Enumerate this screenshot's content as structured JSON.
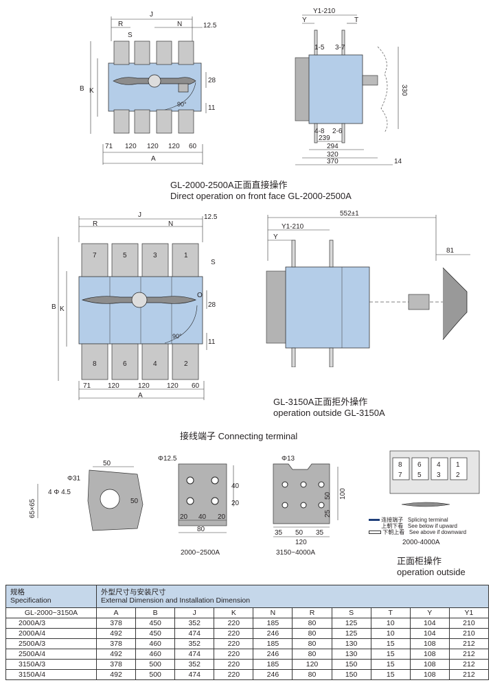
{
  "captions": {
    "fig1_cn": "GL-2000-2500A正面直接操作",
    "fig1_en": "Direct operation on front face GL-2000-2500A",
    "fig2_cn": "GL-3150A正面拒外操作",
    "fig2_en": "operation outside GL-3150A",
    "terminal_title": "接线端子 Connecting terminal",
    "front_cn": "正面柜操作",
    "front_en": "operation outside"
  },
  "top_front": {
    "dims_top": [
      "J",
      "R",
      "N",
      "S",
      "12.5"
    ],
    "dims_side": [
      "B",
      "K",
      "28",
      "11"
    ],
    "dims_bottom": [
      "71",
      "120",
      "120",
      "120",
      "60"
    ],
    "total": "A",
    "angle": "90°"
  },
  "top_side": {
    "y1": "Y1-210",
    "y": "Y",
    "t": "T",
    "terminals_top": [
      "1-5",
      "3-7"
    ],
    "terminals_bottom": [
      "4-8",
      "2-6"
    ],
    "dims": [
      "239",
      "294",
      "320",
      "370",
      "14"
    ],
    "height": "330"
  },
  "mid_front": {
    "dims_top": [
      "J",
      "R",
      "N",
      "12.5",
      "S"
    ],
    "dims_side": [
      "B",
      "K",
      "28",
      "11"
    ],
    "poles_top": [
      "7",
      "5",
      "3",
      "1"
    ],
    "poles_bottom": [
      "8",
      "6",
      "4",
      "2"
    ],
    "dims_bottom": [
      "71",
      "120",
      "120",
      "120",
      "60"
    ],
    "total": "A",
    "angle": "90°",
    "mark": "O"
  },
  "mid_side": {
    "overall": "552±1",
    "y1": "Y1-210",
    "y": "Y",
    "handle": "81"
  },
  "terminals": {
    "t1": {
      "d": "Φ31",
      "holes": "4 Φ 4.5",
      "w": "50",
      "h": "50",
      "size": "65×65"
    },
    "t2": {
      "d": "Φ12.5",
      "h1": "40",
      "h2": "20",
      "w": [
        "20",
        "40",
        "20"
      ],
      "total": "80",
      "range": "2000~2500A"
    },
    "t3": {
      "d": "Φ13",
      "h1": "50",
      "h2": "25",
      "h": "100",
      "w": [
        "35",
        "50",
        "35"
      ],
      "total": "120",
      "range": "3150~4000A"
    },
    "t4": {
      "top": [
        "8",
        "6",
        "4",
        "1"
      ],
      "bottom": [
        "7",
        "5",
        "3",
        "2"
      ],
      "range": "2000-4000A",
      "legend": [
        {
          "cn": "连接端子",
          "en": "Splicing terminal"
        },
        {
          "cn": "上朝下看",
          "en": "See below if upward"
        },
        {
          "cn": "下朝上看",
          "en": "See above if downward"
        }
      ]
    }
  },
  "table": {
    "h1_cn": "规格",
    "h1_en": "Specification",
    "h2_cn": "外型尺寸与安装尺寸",
    "h2_en": "External Dimension and Installation Dimension",
    "range": "GL-2000~3150A",
    "columns": [
      "A",
      "B",
      "J",
      "K",
      "N",
      "R",
      "S",
      "T",
      "Y",
      "Y1"
    ],
    "rows": [
      [
        "2000A/3",
        "378",
        "450",
        "352",
        "220",
        "185",
        "80",
        "125",
        "10",
        "104",
        "210"
      ],
      [
        "2000A/4",
        "492",
        "450",
        "474",
        "220",
        "246",
        "80",
        "125",
        "10",
        "104",
        "210"
      ],
      [
        "2500A/3",
        "378",
        "460",
        "352",
        "220",
        "185",
        "80",
        "130",
        "15",
        "108",
        "212"
      ],
      [
        "2500A/4",
        "492",
        "460",
        "474",
        "220",
        "246",
        "80",
        "130",
        "15",
        "108",
        "212"
      ],
      [
        "3150A/3",
        "378",
        "500",
        "352",
        "220",
        "185",
        "120",
        "150",
        "15",
        "108",
        "212"
      ],
      [
        "3150A/4",
        "492",
        "500",
        "474",
        "220",
        "246",
        "80",
        "150",
        "15",
        "108",
        "212"
      ]
    ]
  }
}
